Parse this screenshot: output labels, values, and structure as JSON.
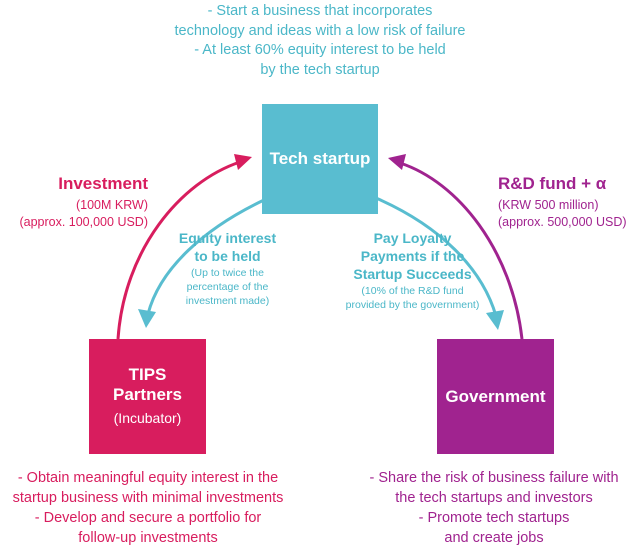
{
  "colors": {
    "teal": "#59bdd0",
    "teal_text": "#4bb7c8",
    "crimson": "#d81d5e",
    "purple": "#a0238f"
  },
  "top_notes": [
    "- Start a business that incorporates",
    "technology and ideas with a low risk of failure",
    "- At least 60% equity interest to be held",
    "by the tech startup"
  ],
  "boxes": {
    "tech": {
      "title": "Tech startup"
    },
    "tips": {
      "title_line1": "TIPS",
      "title_line2": "Partners",
      "subtitle": "(Incubator)"
    },
    "gov": {
      "title": "Government"
    }
  },
  "investment": {
    "title": "Investment",
    "lines": [
      "(100M KRW)",
      "(approx. 100,000 USD)"
    ]
  },
  "rd_fund": {
    "title": "R&D fund",
    "plus_alpha": "+ α",
    "lines": [
      "(KRW 500 million)",
      "(approx. 500,000 USD)"
    ]
  },
  "equity": {
    "title_lines": [
      "Equity interest",
      "to be held"
    ],
    "body_lines": [
      "(Up to twice the",
      "percentage of the",
      "investment made)"
    ]
  },
  "loyalty": {
    "title_lines": [
      "Pay Loyalty",
      "Payments if the",
      "Startup Succeeds"
    ],
    "body_lines": [
      "(10% of the R&D fund",
      "provided by the government)"
    ]
  },
  "tips_notes": [
    "- Obtain meaningful equity interest in the",
    "startup business with minimal investments",
    "- Develop and secure a portfolio for",
    "follow-up investments"
  ],
  "gov_notes": [
    "- Share the risk of business failure with",
    "the tech startups and investors",
    "- Promote tech startups",
    "and create jobs"
  ]
}
